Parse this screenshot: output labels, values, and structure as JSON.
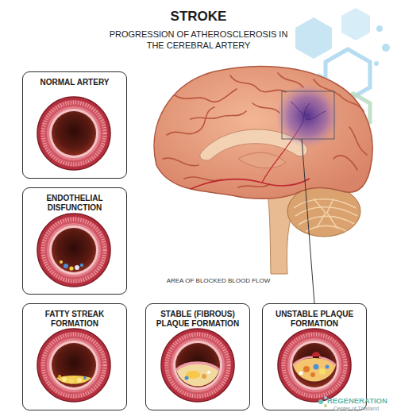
{
  "diagram": {
    "title": "STROKE",
    "nodes": [
      {
        "text": [
          "NORMAL ARTERY"
        ]
      },
      {
        "text": [
          "ENDOTHELIAL DISFUNCTION"
        ]
      },
      {
        "text": [
          "FATTY STREAK FORMATION"
        ]
      },
      {
        "text": [
          "STABLE (FIBROUS) PLAQUE FORMATION"
        ]
      },
      {
        "text": [
          "UNSTABLE PLAQUE FORMATION"
        ]
      }
    ],
    "labels": [
      "PROGRESSION OF ATHEROSCLEROSIS IN THE CEREBRAL ARTERY",
      "AREA OF BLOCKED BLOOD FLOW",
      "REGENERATION",
      "Center of Thailand"
    ]
  }
}
